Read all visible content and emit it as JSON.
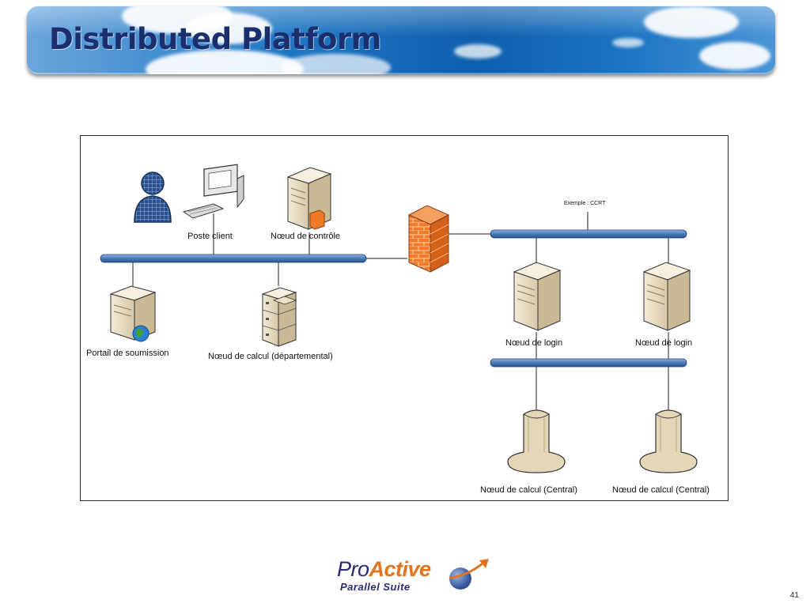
{
  "header": {
    "title": "Distributed Platform"
  },
  "diagram": {
    "labels": {
      "poste_client": "Poste client",
      "noeud_controle": "Nœud de contrôle",
      "portail_soumission": "Portail de soumission",
      "noeud_calcul_dept": "Nœud de calcul (départemental)",
      "exemple": "Exemple : CCRT",
      "noeud_login_1": "Nœud de login",
      "noeud_login_2": "Nœud de login",
      "noeud_calcul_central_1": "Nœud de calcul (Central)",
      "noeud_calcul_central_2": "Nœud de calcul (Central)"
    },
    "icons": [
      "user-icon",
      "client-computer-icon",
      "control-server-icon",
      "firewall-icon",
      "portal-server-icon",
      "rack-server-icon",
      "login-server-icon",
      "supercomputer-icon"
    ],
    "colors": {
      "bus": "#4a7ab8",
      "firewall": "#f07a2a"
    }
  },
  "footer": {
    "logo_pro": "Pro",
    "logo_active": "Active",
    "logo_suite": "Parallel Suite",
    "page_number": "41"
  }
}
